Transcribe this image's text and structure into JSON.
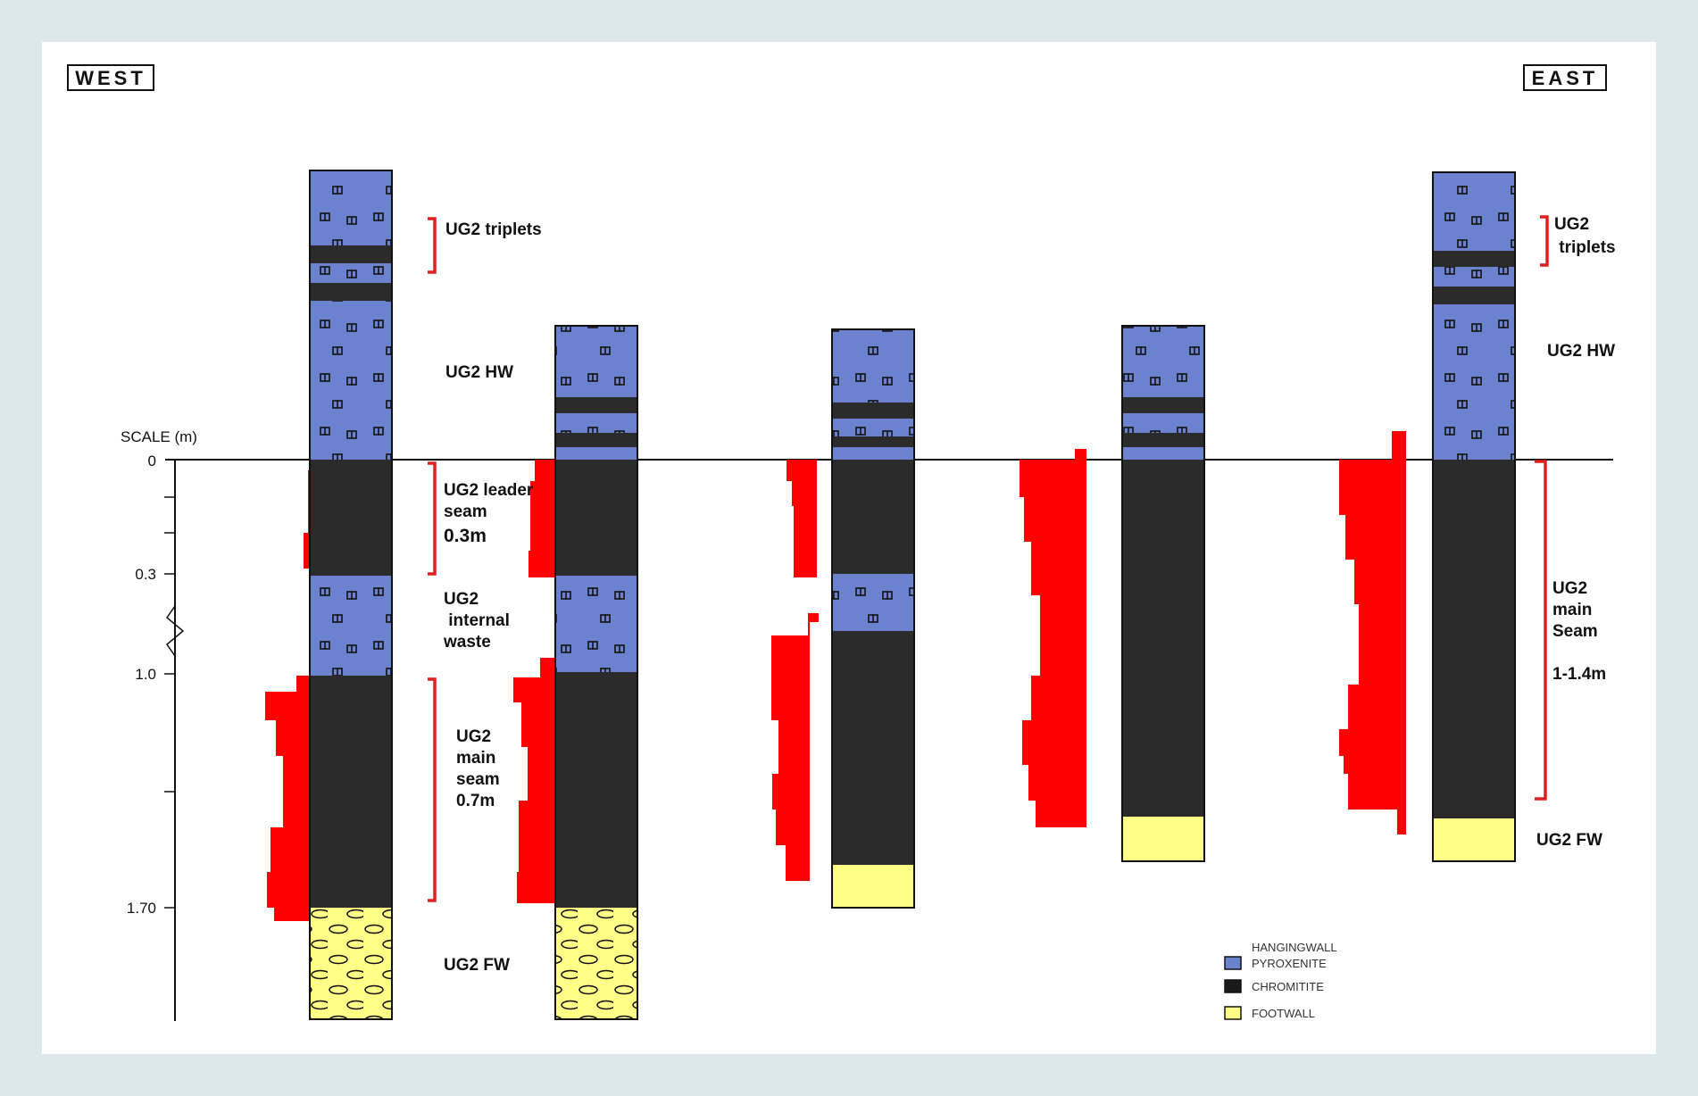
{
  "directions": {
    "west": "WEST",
    "east": "EAST"
  },
  "scale": {
    "title": "SCALE (m)",
    "ticks": [
      "0",
      "0.3",
      "1.0",
      "1.70"
    ]
  },
  "colors": {
    "pyroxenite": "#6b82cf",
    "chromitite": "#2b2b2b",
    "footwall": "#ffff88",
    "grade": "#ff0000",
    "bracket": "#e02020"
  },
  "labels": {
    "w_triplets": "UG2 triplets",
    "w_hw": "UG2 HW",
    "w_leader": [
      "UG2 leader",
      "seam",
      "0.3m"
    ],
    "w_internal": [
      "UG2",
      " internal",
      "waste"
    ],
    "w_main": [
      "UG2",
      "main",
      "seam",
      "0.7m"
    ],
    "w_fw": "UG2 FW",
    "e_triplets": [
      "UG2",
      " triplets"
    ],
    "e_hw": "UG2 HW",
    "e_main": [
      "UG2",
      "main",
      "Seam",
      "",
      "1-1.4m"
    ],
    "e_fw": "UG2 FW"
  },
  "legend": [
    {
      "text": [
        "HANGINGWALL",
        "PYROXENITE"
      ],
      "color": "#6b82cf"
    },
    {
      "text": [
        "CHROMITITE"
      ],
      "color": "#1a1a1a"
    },
    {
      "text": [
        "FOOTWALL"
      ],
      "color": "#ffff88"
    }
  ]
}
